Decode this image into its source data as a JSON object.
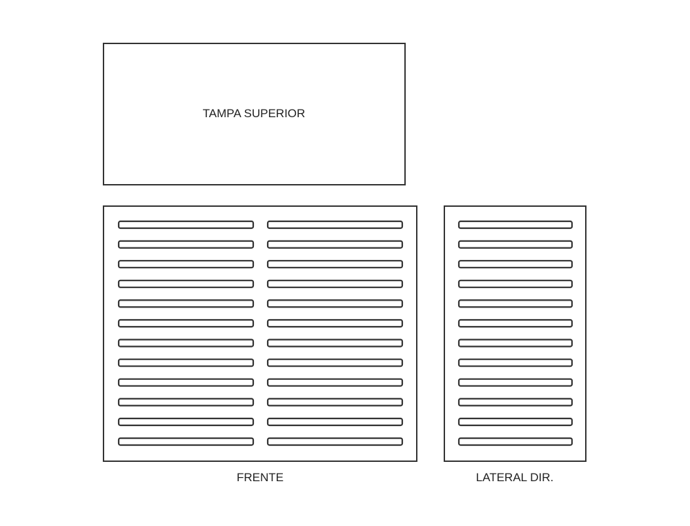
{
  "panels": {
    "top": {
      "label": "TAMPA SUPERIOR",
      "slot_rows": 0,
      "slot_columns": 0
    },
    "front": {
      "label": "FRENTE",
      "slot_rows": 12,
      "slot_columns": 2
    },
    "side": {
      "label": "LATERAL DIR.",
      "slot_rows": 12,
      "slot_columns": 1
    }
  },
  "colors": {
    "stroke": "#333333",
    "background": "#ffffff"
  }
}
